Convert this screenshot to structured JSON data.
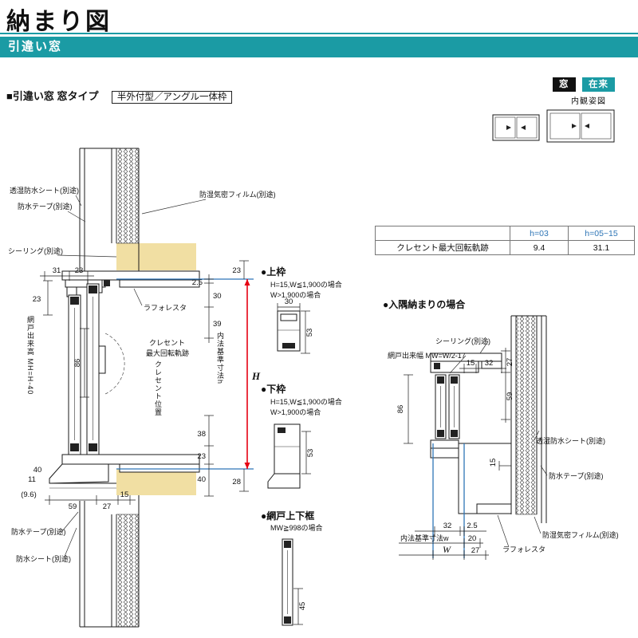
{
  "header": {
    "title": "納まり図",
    "subtitle": "引違い窓",
    "section_label": "■引違い窓 窓タイプ",
    "type_label": "半外付型／アングル一体枠",
    "tag_window": "窓",
    "tag_method": "在来",
    "view_label": "内観姿図"
  },
  "colors": {
    "teal": "#1B9BA4",
    "red": "#E60012",
    "blue": "#2E75B6",
    "highlight": "#F1DFA3"
  },
  "table": {
    "headers": [
      "h=03",
      "h=05~15"
    ],
    "row_label": "クレセント最大回転軌跡",
    "values": [
      "9.4",
      "31.1"
    ]
  },
  "left_view": {
    "labels": {
      "sheet_top": "透湿防水シート(別途)",
      "tape_top": "防水テープ(別途)",
      "sealing": "シーリング(別途)",
      "film": "防湿気密フィルム(別途)",
      "laforesta": "ラフォレスタ",
      "crescent_line1": "クレセント",
      "crescent_line2": "最大回転軌跡",
      "crescent_pos": "クレセント位置",
      "inner_dim_h": "内法基準寸法h",
      "screen_height": "網戸出来高 MH=H-40",
      "tape_bottom": "防水テープ(別途)",
      "sheet_bottom": "防水シート(別途)"
    },
    "dims": {
      "d31": "31",
      "d23_top": "23",
      "d23_left": "23",
      "d86": "86",
      "d40_left": "40",
      "d11": "11",
      "d9_6": "(9.6)",
      "d59": "59",
      "d27": "27",
      "d15": "15",
      "d23_right_top": "23",
      "d2_5": "2.5",
      "d30": "30",
      "d39": "39",
      "dH": "H",
      "d38": "38",
      "d23_right_bot": "23",
      "d40_right": "40",
      "d28": "28"
    }
  },
  "details": {
    "top_frame": {
      "title": "●上枠",
      "case1": "H=15,W≦1,900の場合",
      "case2": "W>1,900の場合",
      "d30": "30",
      "d53": "53"
    },
    "bottom_frame": {
      "title": "●下枠",
      "case1": "H=15,W≦1,900の場合",
      "case2": "W>1,900の場合",
      "d53": "53"
    },
    "screen_rail": {
      "title": "●網戸上下框",
      "case1": "MW≧998の場合",
      "d45": "45"
    }
  },
  "corner_view": {
    "title": "●入隅納まりの場合",
    "labels": {
      "screen_width": "網戸出来幅 MW=W/2-17",
      "sealing": "シーリング(別途)",
      "sheet": "透湿防水シート(別途)",
      "tape": "防水テープ(別途)",
      "film": "防湿気密フィルム(別途)",
      "laforesta": "ラフォレスタ",
      "inner_dim_w": "内法基準寸法w"
    },
    "dims": {
      "d15_top": "15",
      "d32_top": "32",
      "d27_right": "27",
      "d59": "59",
      "d86": "86",
      "d15_wall": "15",
      "d32_bot": "32",
      "d2_5": "2.5",
      "d20": "20",
      "dW": "W",
      "d27_bot": "27"
    }
  }
}
